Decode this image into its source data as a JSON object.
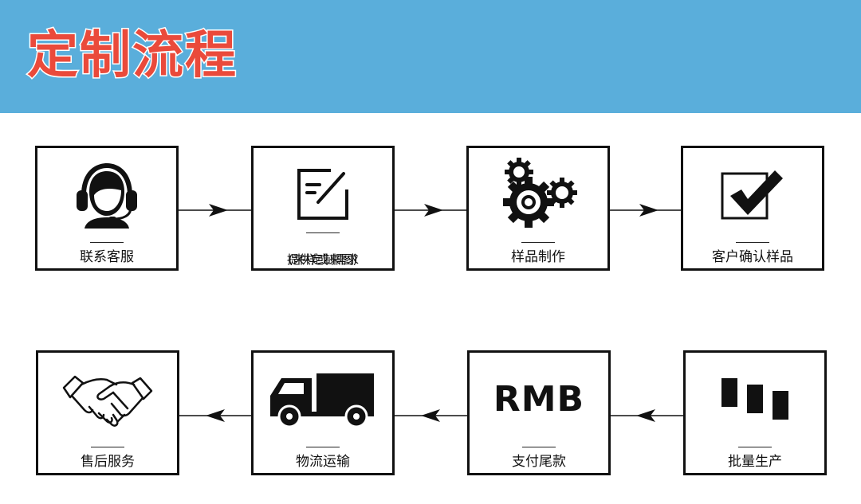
{
  "header": {
    "title": "定制流程"
  },
  "steps": [
    {
      "label": "联系客服",
      "icon": "customer-service-icon"
    },
    {
      "label_top": "(来样或来图)",
      "label": "提供定制需求",
      "icon": "edit-form-icon"
    },
    {
      "label": "样品制作",
      "icon": "gears-icon"
    },
    {
      "label": "客户确认样品",
      "icon": "checkmark-box-icon"
    },
    {
      "label": "批量生产",
      "icon": "production-blocks-icon"
    },
    {
      "label": "支付尾款",
      "icon": "rmb-icon",
      "icon_text": "RMB"
    },
    {
      "label": "物流运输",
      "icon": "truck-icon"
    },
    {
      "label": "售后服务",
      "icon": "handshake-icon"
    }
  ]
}
